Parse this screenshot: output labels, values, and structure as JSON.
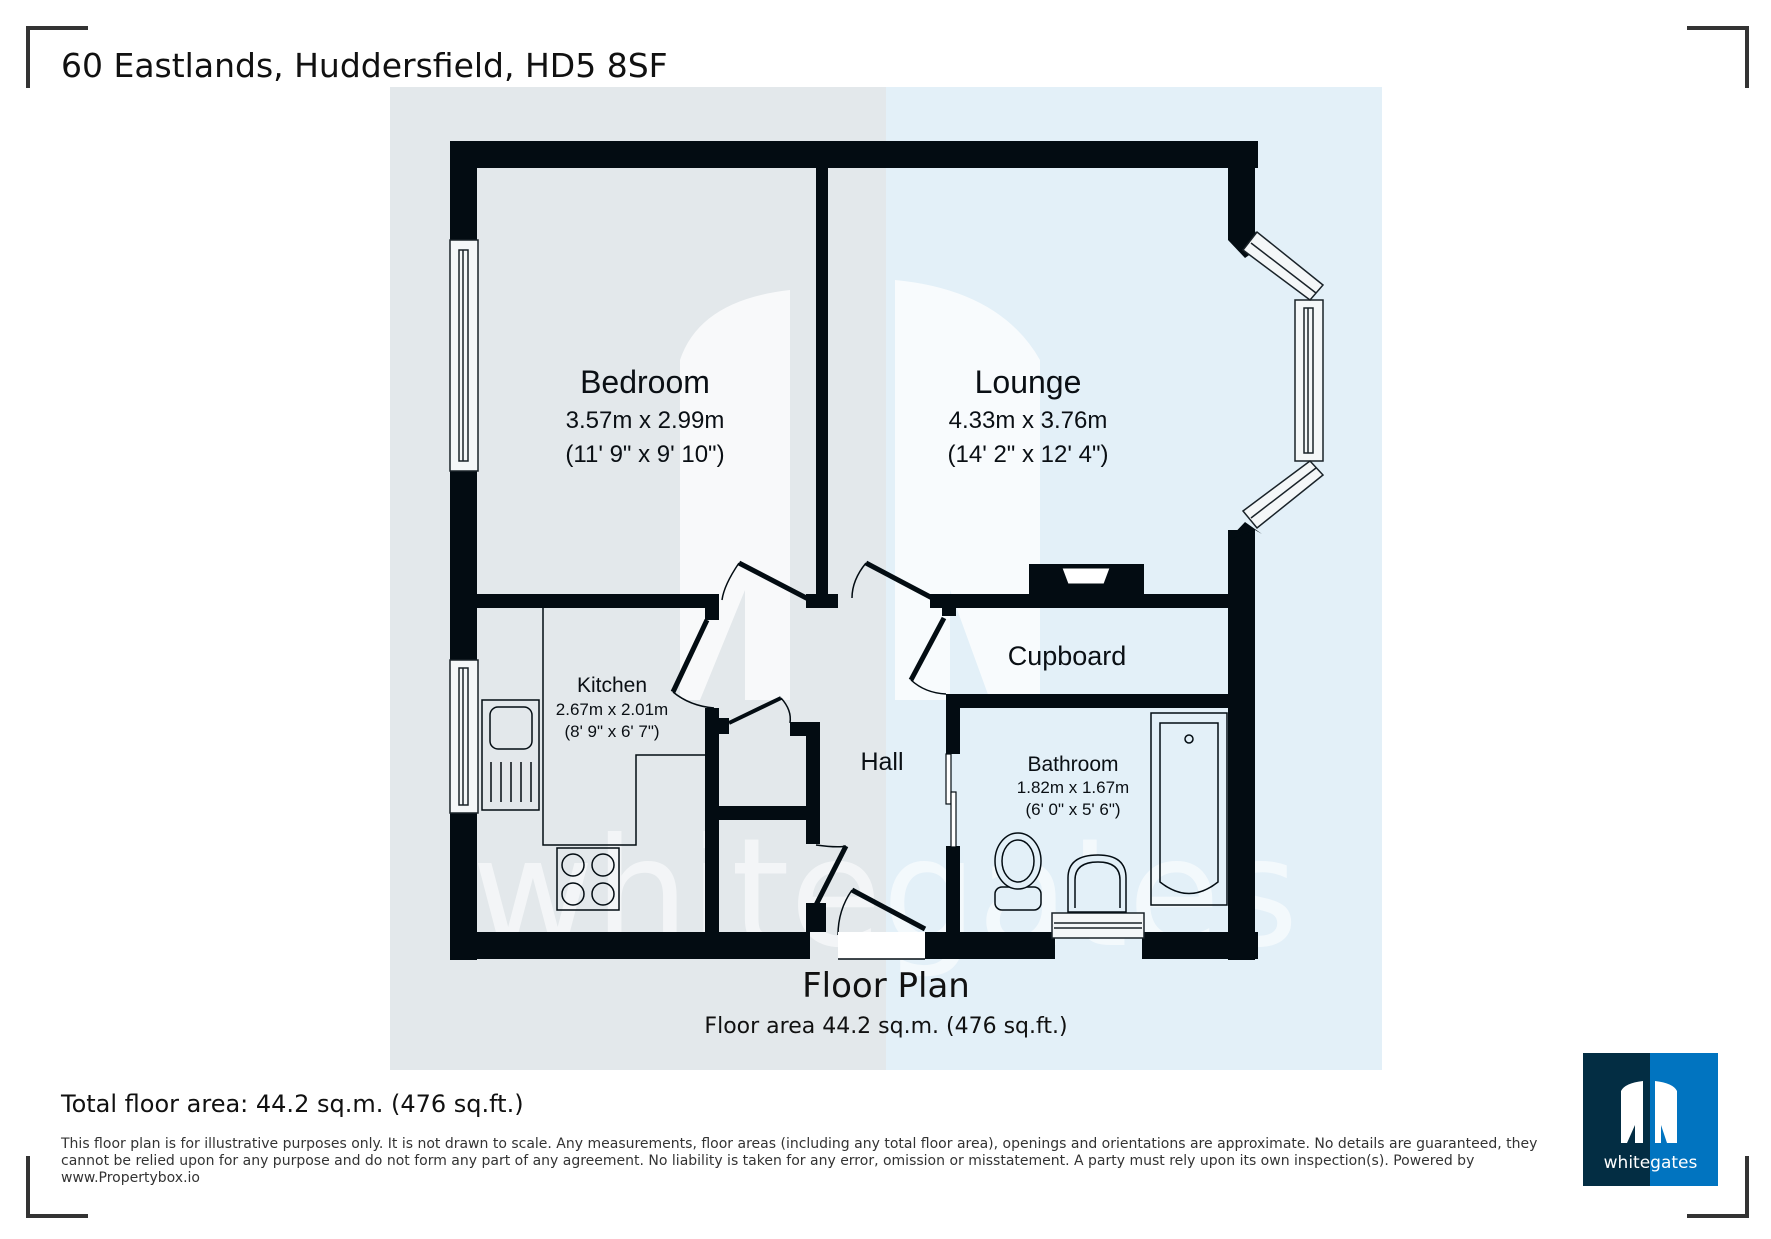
{
  "header": {
    "title": "60 Eastlands, Huddersfield, HD5 8SF"
  },
  "plan": {
    "label": "Floor Plan",
    "floor_area": "Floor area 44.2 sq.m. (476 sq.ft.)",
    "watermark": "whitegates",
    "colors": {
      "panel_left": "#e3e8eb",
      "panel_right": "#e3f0f8",
      "wall": "#030c12",
      "watermark": "#ffffff"
    },
    "rooms": [
      {
        "name": "Bedroom",
        "metric": "3.57m x 2.99m",
        "imperial": "(11' 9\" x 9' 10\")"
      },
      {
        "name": "Lounge",
        "metric": "4.33m x 3.76m",
        "imperial": "(14' 2\" x 12' 4\")"
      },
      {
        "name": "Kitchen",
        "metric": "2.67m x 2.01m",
        "imperial": "(8' 9\" x 6' 7\")"
      },
      {
        "name": "Hall"
      },
      {
        "name": "Cupboard"
      },
      {
        "name": "Bathroom",
        "metric": "1.82m x 1.67m",
        "imperial": "(6' 0\" x 5' 6\")"
      }
    ]
  },
  "footer": {
    "total_area": "Total floor area: 44.2 sq.m. (476 sq.ft.)",
    "disclaimer": "This floor plan is for illustrative purposes only. It is not drawn to scale. Any measurements, floor areas (including any total floor area), openings and orientations are approximate. No details are guaranteed, they cannot be relied upon for any purpose and do not form any part of any agreement. No liability is taken for any error, omission or misstatement. A party must rely upon its own inspection(s). Powered by www.Propertybox.io"
  },
  "logo": {
    "wordmark": "whitegates",
    "colors": {
      "dark": "#032d43",
      "blue": "#0174c0"
    }
  }
}
